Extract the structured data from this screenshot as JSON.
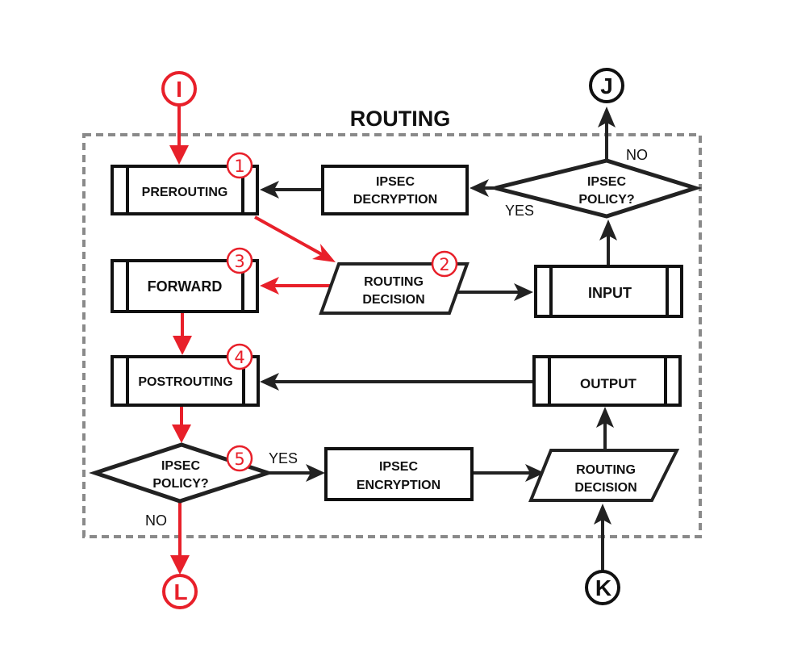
{
  "title": "ROUTING",
  "colors": {
    "accent_red": "#e8202a",
    "line_black": "#222222",
    "border_gray": "#8a8a8a"
  },
  "connectors": {
    "I": "I",
    "J": "J",
    "K": "K",
    "L": "L"
  },
  "nodes": {
    "prerouting": {
      "label": "PREROUTING",
      "step": "1"
    },
    "ipsec_decryption": {
      "line1": "IPSEC",
      "line2": "DECRYPTION"
    },
    "ipsec_policy_top": {
      "line1": "IPSEC",
      "line2": "POLICY?"
    },
    "forward": {
      "label": "FORWARD",
      "step": "3"
    },
    "routing_decision_1": {
      "line1": "ROUTING",
      "line2": "DECISION",
      "step": "2"
    },
    "input": {
      "label": "INPUT"
    },
    "postrouting": {
      "label": "POSTROUTING",
      "step": "4"
    },
    "output": {
      "label": "OUTPUT"
    },
    "ipsec_policy_bottom": {
      "line1": "IPSEC",
      "line2": "POLICY?",
      "step": "5"
    },
    "ipsec_encryption": {
      "line1": "IPSEC",
      "line2": "ENCRYPTION"
    },
    "routing_decision_2": {
      "line1": "ROUTING",
      "line2": "DECISION"
    }
  },
  "edge_labels": {
    "top_no": "NO",
    "top_yes": "YES",
    "bottom_yes": "YES",
    "bottom_no": "NO"
  }
}
